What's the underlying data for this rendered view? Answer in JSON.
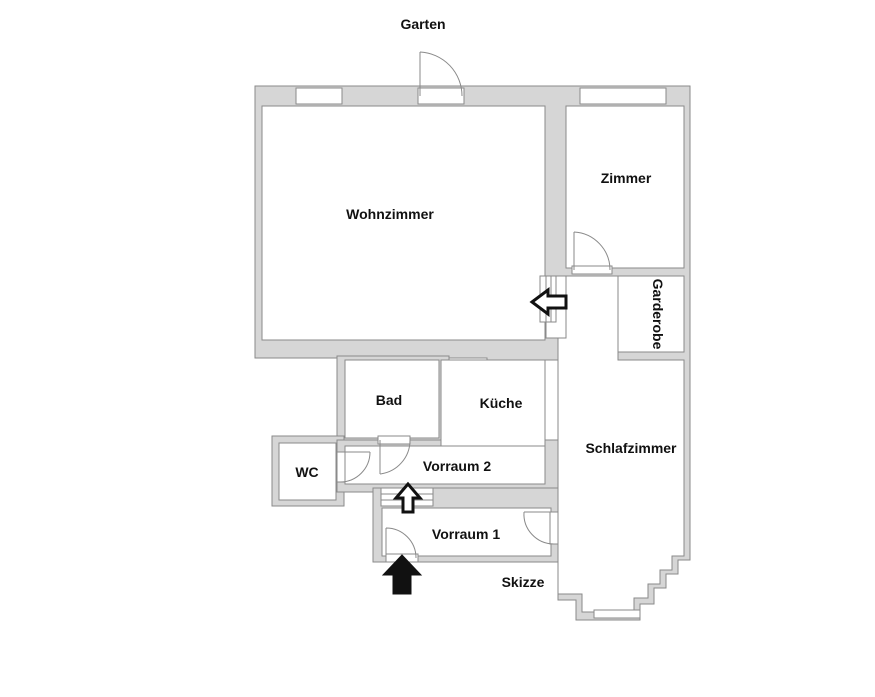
{
  "colors": {
    "wall_fill": "#d6d6d6",
    "wall_stroke": "#8a8a8a",
    "room_fill": "#ffffff",
    "door_stroke": "#8a8a8a",
    "arrow_outline": "#111111",
    "arrow_solid": "#111111"
  },
  "labels": {
    "garten": "Garten",
    "wohnzimmer": "Wohnzimmer",
    "zimmer": "Zimmer",
    "garderobe": "Garderobe",
    "bad": "Bad",
    "kueche": "Küche",
    "schlafzimmer": "Schlafzimmer",
    "wc": "WC",
    "vorraum2": "Vorraum 2",
    "vorraum1": "Vorraum 1",
    "skizze": "Skizze"
  },
  "icons": {
    "entrance": "arrow-up-solid-icon",
    "passage_up": "arrow-up-outline-icon",
    "passage_left": "arrow-left-outline-icon"
  }
}
